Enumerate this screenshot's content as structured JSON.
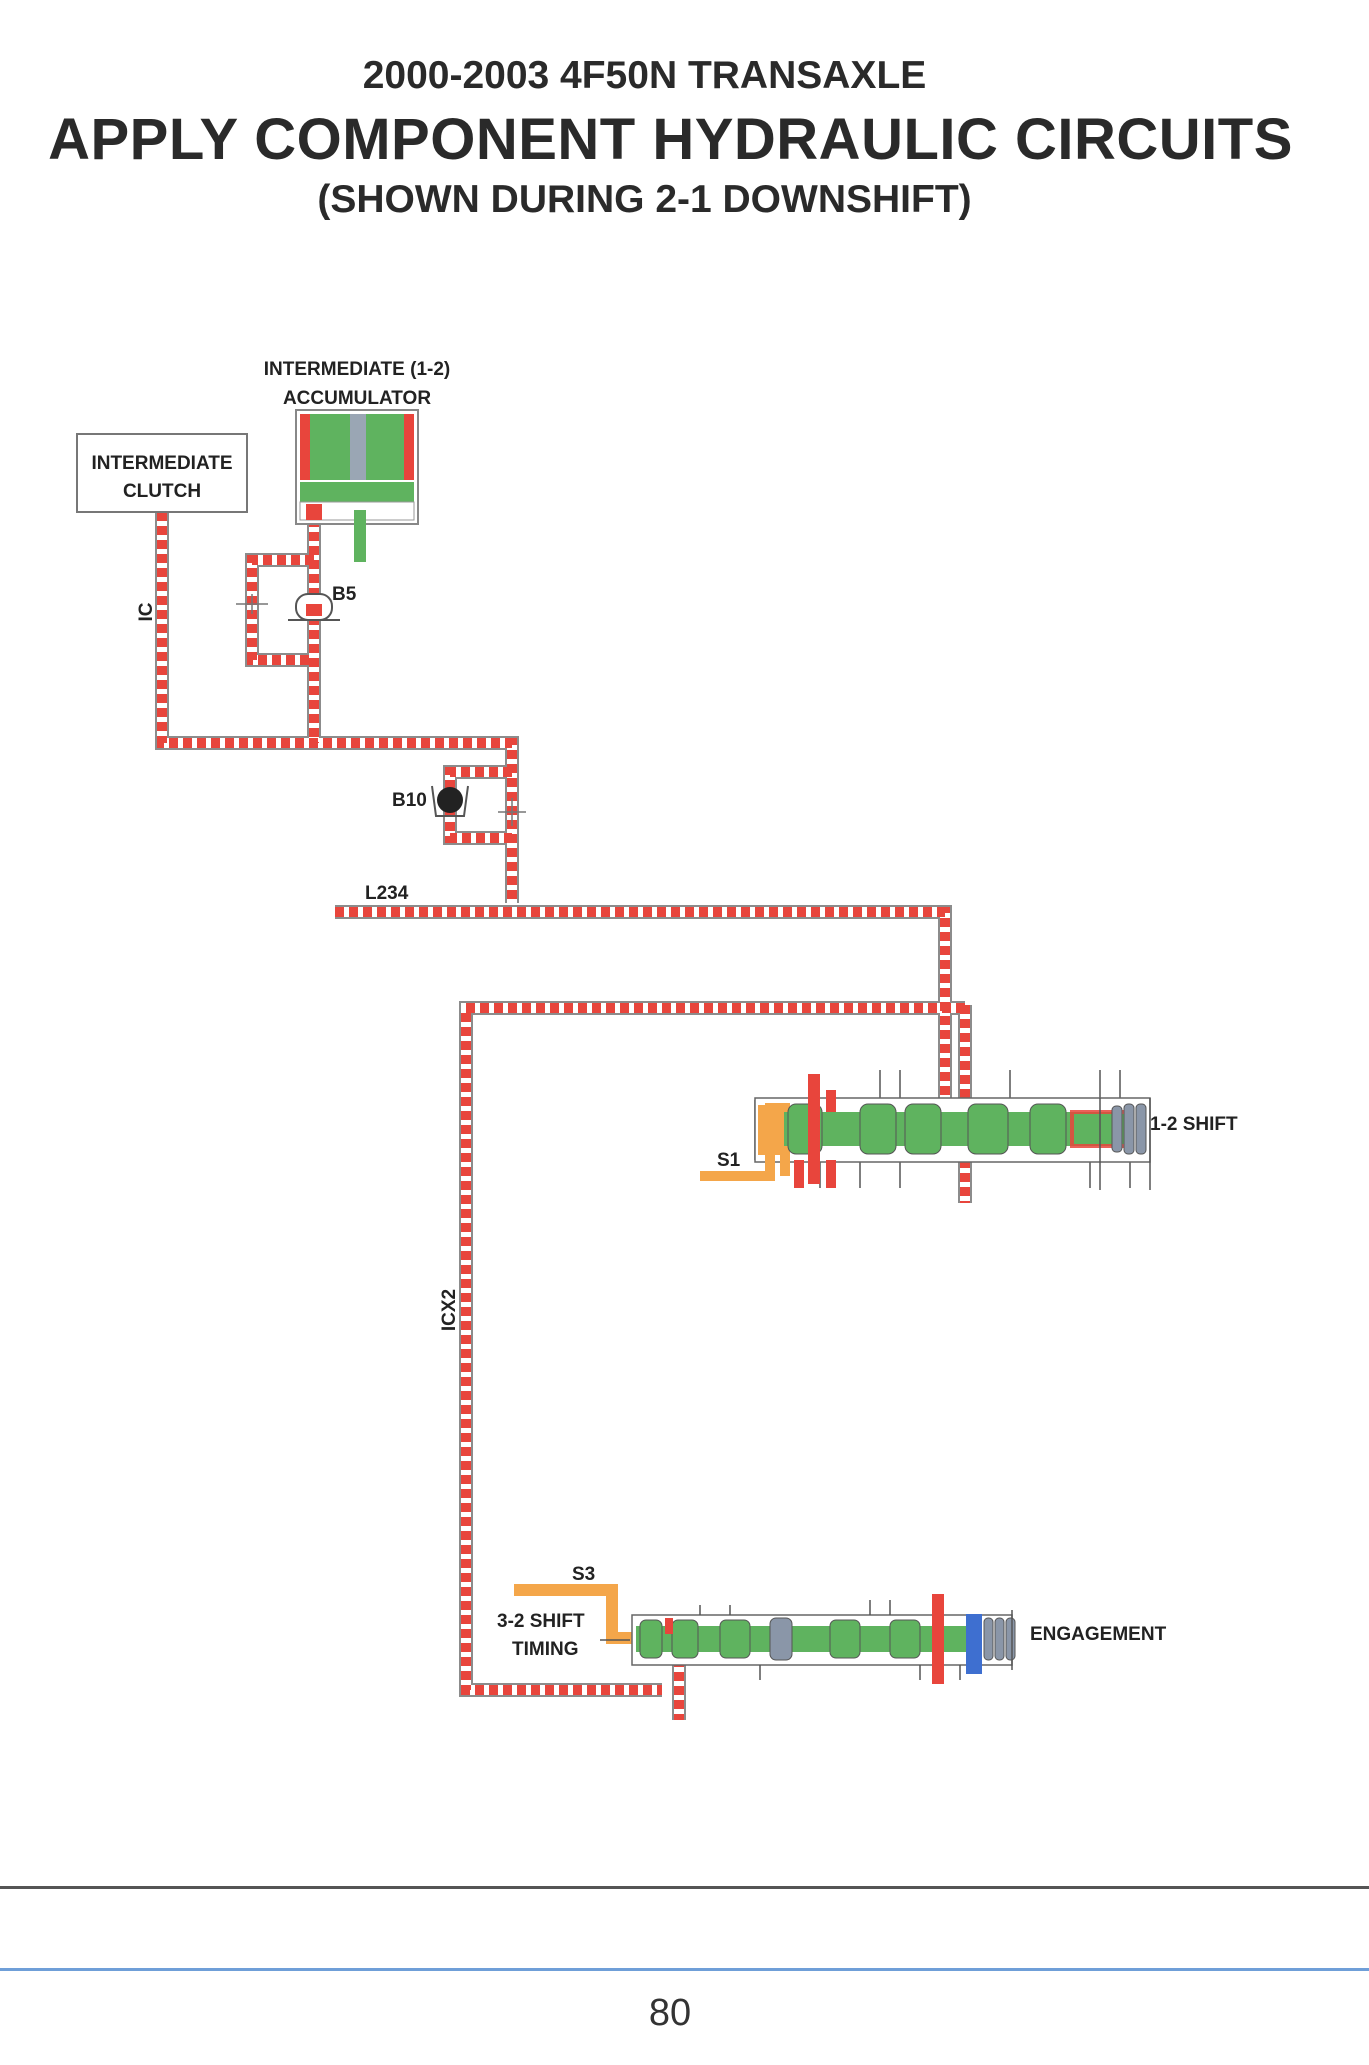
{
  "header": {
    "model": "2000-2003 4F50N TRANSAXLE",
    "title": "APPLY COMPONENT HYDRAULIC CIRCUITS",
    "subtitle": "(SHOWN DURING 2-1 DOWNSHIFT)"
  },
  "labels": {
    "accumulator_line1": "INTERMEDIATE (1-2)",
    "accumulator_line2": "ACCUMULATOR",
    "clutch_line1": "INTERMEDIATE",
    "clutch_line2": "CLUTCH",
    "passage_ic": "IC",
    "ball_b5": "B5",
    "ball_b10": "B10",
    "passage_l234": "L234",
    "passage_icx2": "ICX2",
    "solenoid_s1": "S1",
    "valve_12shift": "1-2 SHIFT",
    "solenoid_s3": "S3",
    "valve_32_line1": "3-2 SHIFT",
    "valve_32_line2": "TIMING",
    "valve_engagement": "ENGAGEMENT"
  },
  "colors": {
    "apply_fluid": "#e8453c",
    "valve_body": "#5fb35f",
    "solenoid_fluid": "#f4a64a",
    "spring": "#8a96a8",
    "engagement_blue": "#3e6fd0"
  },
  "footer": {
    "page_number": "80"
  }
}
